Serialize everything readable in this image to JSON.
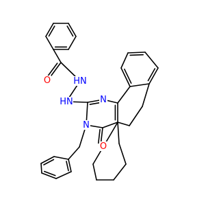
{
  "colors": {
    "bond": "#000000",
    "oxygen": "#ff0000",
    "nitrogen": "#0000ff",
    "background": "#ffffff"
  },
  "labels": {
    "o_amide": "O",
    "nh_amide": "HN",
    "nh_hydrazine": "HN",
    "n_ring_top": "N",
    "n_ring_benzyl": "N",
    "o_ring": "O"
  }
}
